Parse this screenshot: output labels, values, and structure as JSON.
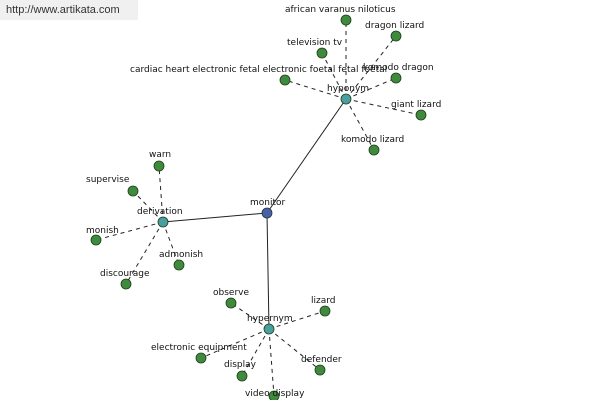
{
  "watermark": {
    "text": "http://www.artikata.com"
  },
  "colors": {
    "center_node": "#4a5fb0",
    "hub_node": "#4aa0a0",
    "leaf_node": "#3f8a3c",
    "edge": "#222222"
  },
  "graph": {
    "center": {
      "label": "monitor"
    },
    "hubs": [
      {
        "key": "hyponym",
        "label": "hyponym",
        "leaves": [
          "african varanus niloticus",
          "dragon lizard",
          "television tv",
          "komodo dragon",
          "cardiac heart electronic fetal electronic foetal fetal foetal",
          "giant lizard",
          "komodo lizard"
        ]
      },
      {
        "key": "derivation",
        "label": "derivation",
        "leaves": [
          "warn",
          "supervise",
          "monish",
          "admonish",
          "discourage"
        ]
      },
      {
        "key": "hypernym",
        "label": "hypernym",
        "leaves": [
          "observe",
          "lizard",
          "electronic equipment",
          "display",
          "defender",
          "video display"
        ]
      }
    ]
  }
}
